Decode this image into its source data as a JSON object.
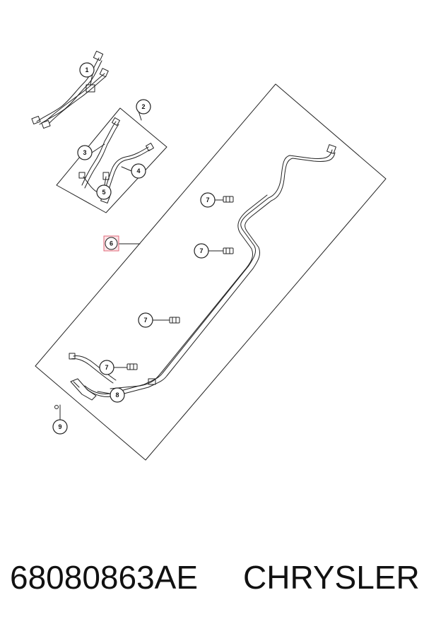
{
  "diagram": {
    "callouts": [
      {
        "id": "callout-1",
        "label": "1",
        "highlighted": false
      },
      {
        "id": "callout-2",
        "label": "2",
        "highlighted": false
      },
      {
        "id": "callout-3",
        "label": "3",
        "highlighted": false
      },
      {
        "id": "callout-4",
        "label": "4",
        "highlighted": false
      },
      {
        "id": "callout-5",
        "label": "5",
        "highlighted": false
      },
      {
        "id": "callout-6",
        "label": "6",
        "highlighted": true
      },
      {
        "id": "callout-7a",
        "label": "7",
        "highlighted": false
      },
      {
        "id": "callout-7b",
        "label": "7",
        "highlighted": false
      },
      {
        "id": "callout-7c",
        "label": "7",
        "highlighted": false
      },
      {
        "id": "callout-7d",
        "label": "7",
        "highlighted": false
      },
      {
        "id": "callout-8",
        "label": "8",
        "highlighted": false
      },
      {
        "id": "callout-9",
        "label": "9",
        "highlighted": false
      }
    ],
    "highlight_color": "#e06a7a"
  },
  "footer": {
    "part_number": "68080863AE",
    "brand": "CHRYSLER"
  }
}
